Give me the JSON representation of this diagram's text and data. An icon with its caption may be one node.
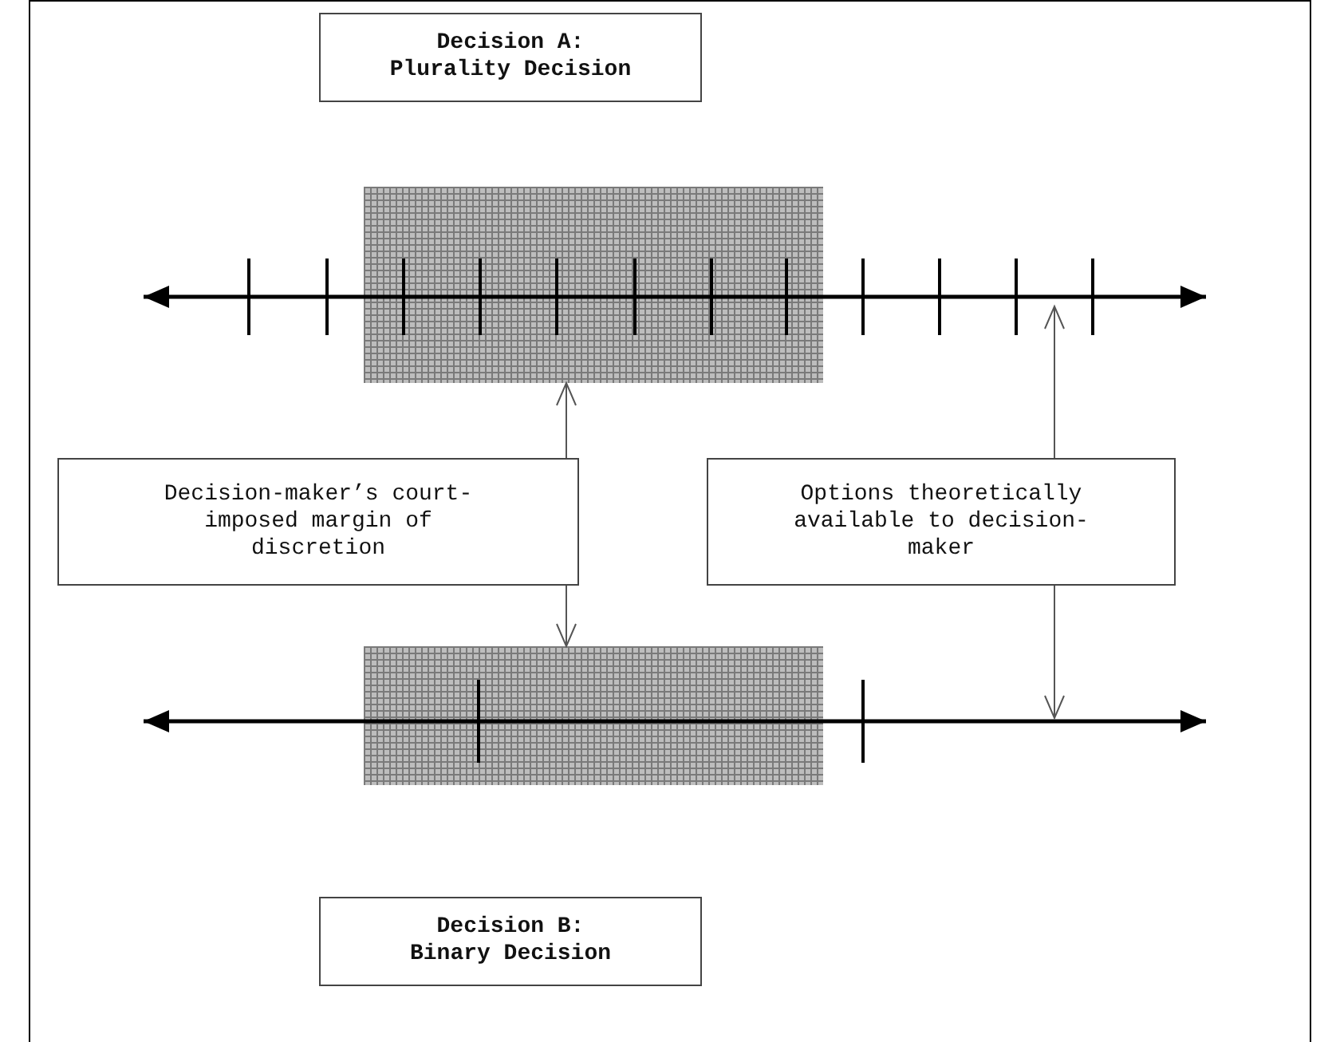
{
  "diagram": {
    "nodes": [
      {
        "text": [
          "Decision A: Plurality Decision"
        ]
      },
      {
        "text": [],
        "shape": "box"
      },
      {
        "text": [
          "Decision-maker’s court-imposed margin of discretion"
        ]
      },
      {
        "text": [
          "Options theoretically available to decision-maker"
        ]
      },
      {
        "text": [],
        "shape": "box"
      },
      {
        "text": [
          "Decision B: Binary Decision"
        ]
      }
    ],
    "edges": [
      {
        "from": 2,
        "to": 1,
        "arrow": "to"
      },
      {
        "from": 2,
        "to": 4,
        "arrow": "to"
      },
      {
        "from": 3,
        "to": null,
        "arrow": "to"
      },
      {
        "from": 3,
        "to": null,
        "arrow": "to"
      }
    ]
  }
}
